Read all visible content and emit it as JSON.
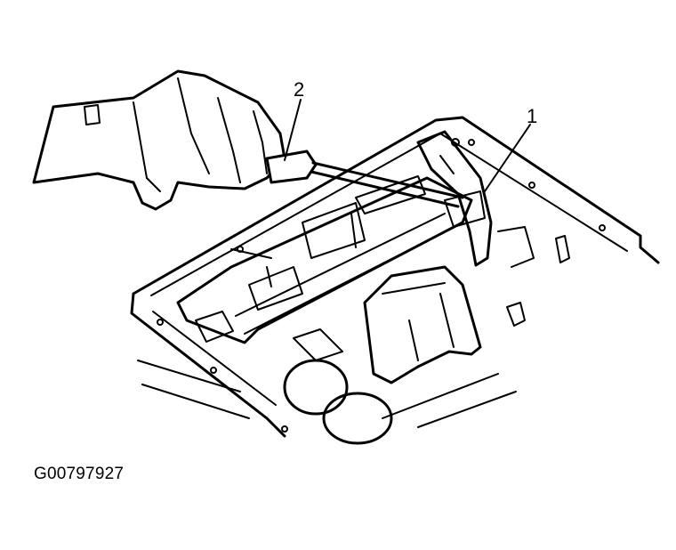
{
  "callouts": [
    {
      "id": "1",
      "label": "1"
    },
    {
      "id": "2",
      "label": "2"
    }
  ],
  "figure_id": "G00797927"
}
